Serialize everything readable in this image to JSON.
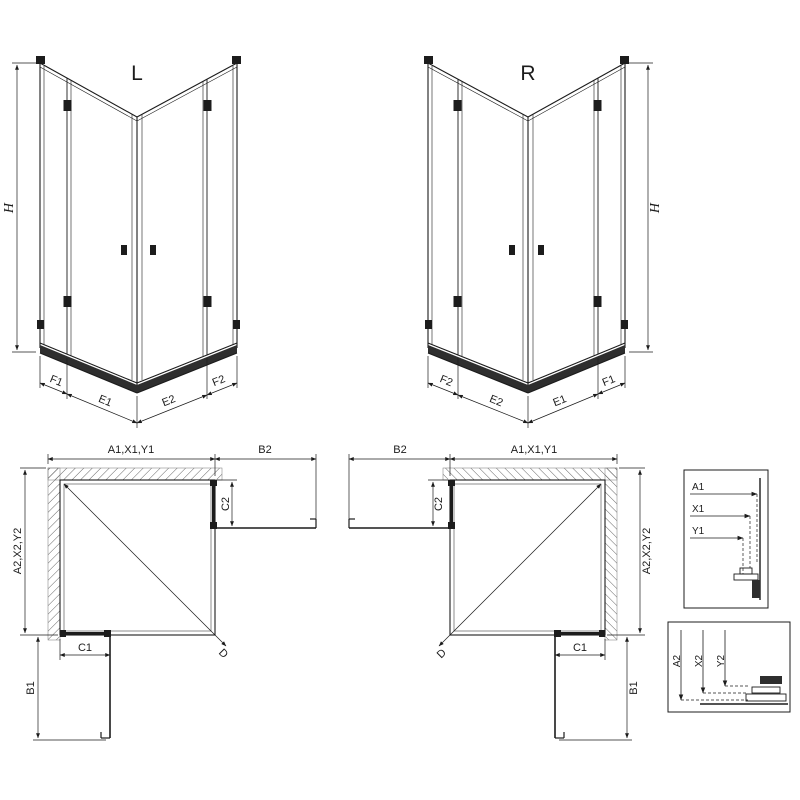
{
  "drawing": {
    "front_view_left": {
      "label": "L",
      "dim_h": "H",
      "dim_f1": "F1",
      "dim_e1": "E1",
      "dim_e2": "E2",
      "dim_f2": "F2"
    },
    "front_view_right": {
      "label": "R",
      "dim_h": "H",
      "dim_f1": "F1",
      "dim_e1": "E1",
      "dim_e2": "E2",
      "dim_f2": "F2"
    },
    "plan_view_left": {
      "dim_width": "A1,X1,Y1",
      "dim_b2": "B2",
      "dim_c2": "C2",
      "dim_depth": "A2,X2,Y2",
      "dim_c1": "C1",
      "dim_b1": "B1",
      "dim_d": "D"
    },
    "plan_view_right": {
      "dim_width": "A1,X1,Y1",
      "dim_b2": "B2",
      "dim_c2": "C2",
      "dim_depth": "A2,X2,Y2",
      "dim_c1": "C1",
      "dim_b1": "B1",
      "dim_d": "D"
    },
    "detail_width": {
      "dim_a1": "A1",
      "dim_x1": "X1",
      "dim_y1": "Y1"
    },
    "detail_depth": {
      "dim_a2": "A2",
      "dim_x2": "X2",
      "dim_y2": "Y2"
    }
  }
}
